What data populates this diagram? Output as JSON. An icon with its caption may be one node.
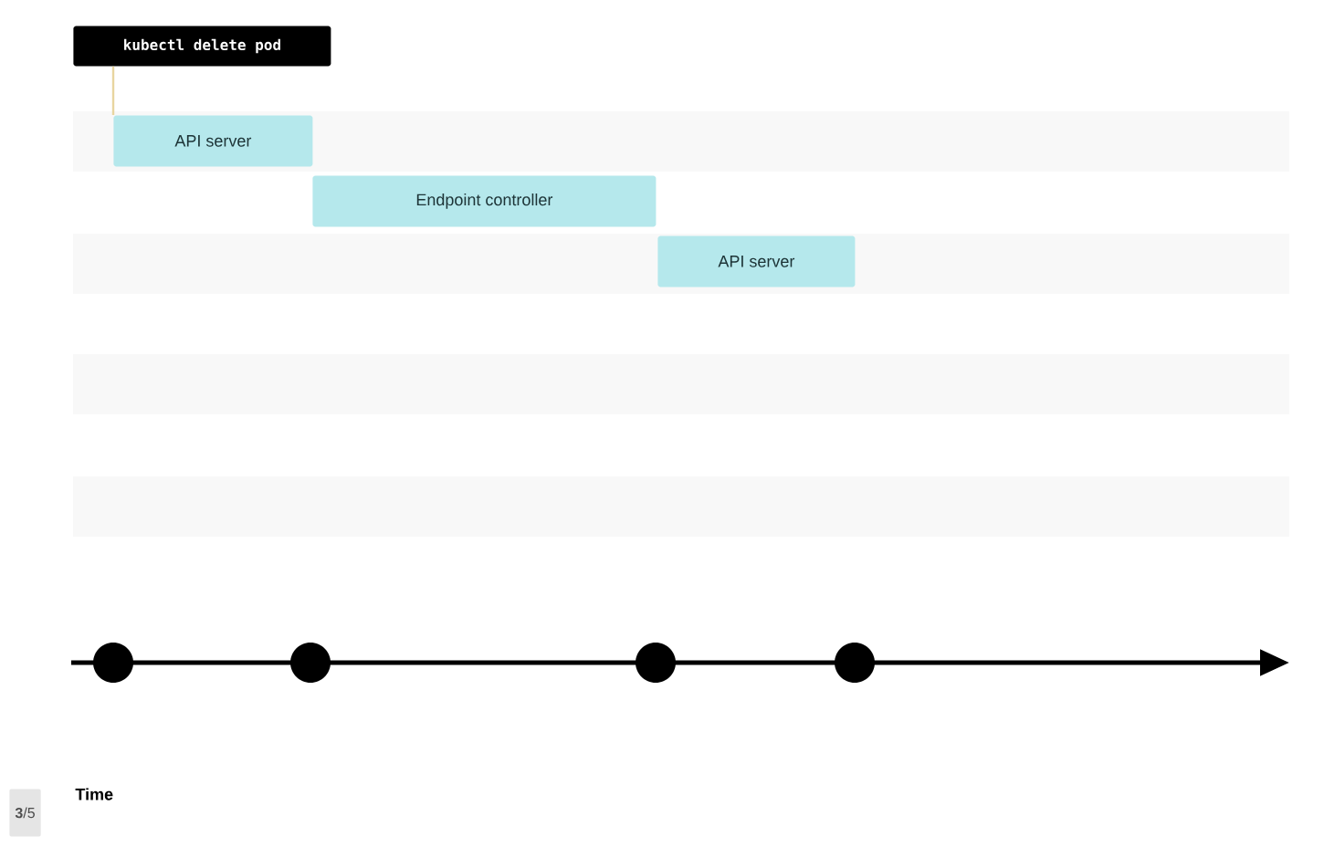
{
  "diagram": {
    "nodes": [
      {
        "text": [
          "kubectl delete pod"
        ]
      },
      {
        "text": [
          "API server"
        ]
      },
      {
        "text": [
          "Endpoint controller"
        ]
      },
      {
        "text": [
          "API server"
        ]
      }
    ],
    "edges": [
      {
        "from": 0,
        "to": 1,
        "arrow": "none"
      }
    ],
    "labels": [
      "Time",
      "**3**/5"
    ]
  }
}
